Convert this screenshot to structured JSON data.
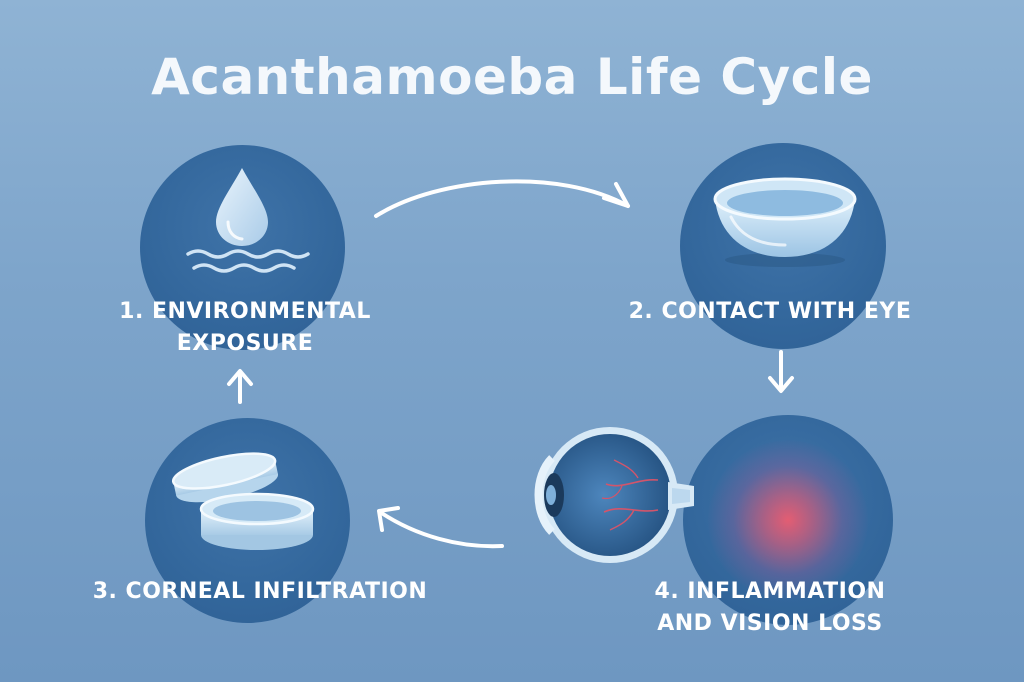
{
  "title": "Acanthamoeba Life Cycle",
  "steps": [
    {
      "label_line1": "1. ENVIRONMENTAL",
      "label_line2": "EXPOSURE",
      "icon": "water-drop-icon"
    },
    {
      "label_line1": "2. CONTACT WITH EYE",
      "icon": "contact-lens-icon"
    },
    {
      "label_line1": "3. CORNEAL INFILTRATION",
      "icon": "lens-case-icon"
    },
    {
      "label_line1": "4. INFLAMMATION",
      "label_line2": "AND VISION LOSS",
      "icon": "inflamed-eye-icon"
    }
  ],
  "colors": {
    "background": "#7ea5cb",
    "circle": "#33679c",
    "text": "#ffffff",
    "inflammation": "#ec5c70"
  }
}
